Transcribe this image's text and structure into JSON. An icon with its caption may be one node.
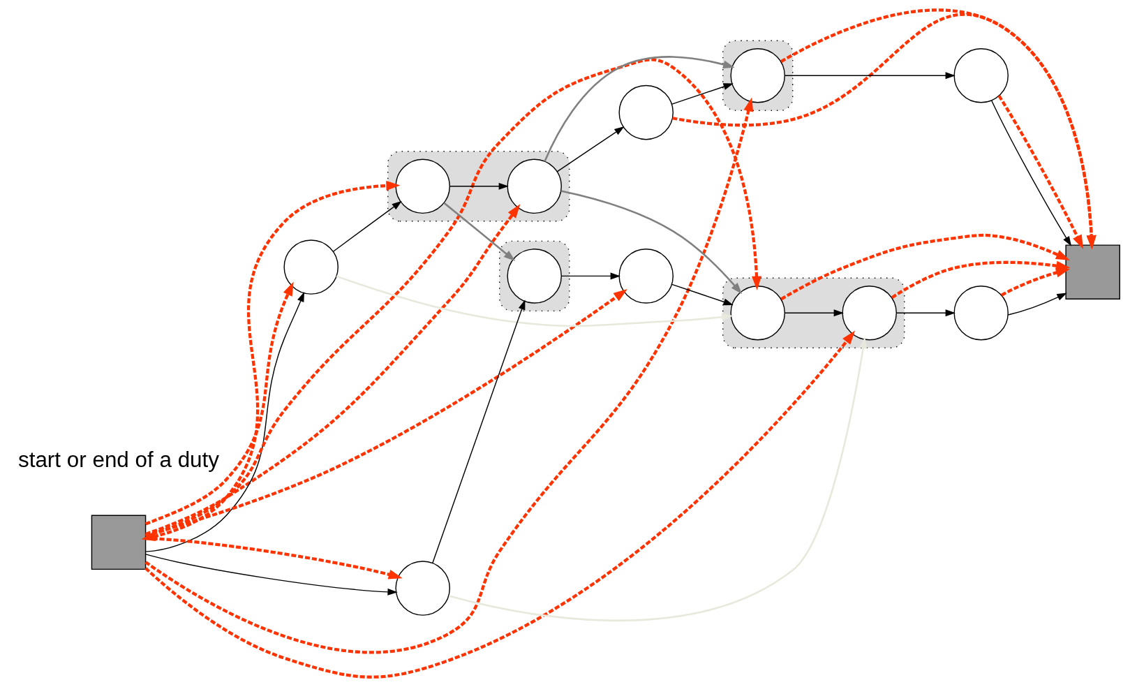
{
  "diagram": {
    "nodes": [
      {
        "text": [],
        "shape": "box"
      },
      {
        "text": [],
        "shape": "box"
      },
      {
        "text": [],
        "shape": "circle",
        "in": 1
      },
      {
        "text": [],
        "shape": "circle",
        "in": 1
      },
      {
        "text": [],
        "shape": "circle"
      },
      {
        "text": [],
        "shape": "box"
      },
      {
        "text": [],
        "shape": "circle",
        "in": 5
      },
      {
        "text": [],
        "shape": "circle"
      },
      {
        "text": [],
        "shape": "circle"
      },
      {
        "text": [],
        "shape": "box"
      },
      {
        "text": [],
        "shape": "circle"
      },
      {
        "text": [],
        "shape": "box"
      },
      {
        "text": [],
        "shape": "circle",
        "in": 11
      },
      {
        "text": [],
        "shape": "circle"
      },
      {
        "text": [],
        "shape": "box"
      },
      {
        "text": [],
        "shape": "circle",
        "in": 14
      },
      {
        "text": [],
        "shape": "circle",
        "in": 14
      },
      {
        "text": [],
        "shape": "circle"
      }
    ],
    "edges": [
      {
        "from": 0,
        "to": 8,
        "arrow": "to"
      },
      {
        "from": 8,
        "to": 2,
        "arrow": "to"
      },
      {
        "from": 2,
        "to": 3,
        "arrow": "to"
      },
      {
        "from": 3,
        "to": 4,
        "arrow": "to"
      },
      {
        "from": 4,
        "to": 6,
        "arrow": "to"
      },
      {
        "from": 6,
        "to": 7,
        "arrow": "to"
      },
      {
        "from": 7,
        "to": 9,
        "arrow": "to"
      },
      {
        "from": 0,
        "to": 10,
        "arrow": "to"
      },
      {
        "from": 10,
        "to": 12,
        "arrow": "to"
      },
      {
        "from": 12,
        "to": 13,
        "arrow": "to"
      },
      {
        "from": 13,
        "to": 15,
        "arrow": "to"
      },
      {
        "from": 15,
        "to": 16,
        "arrow": "to"
      },
      {
        "from": 16,
        "to": 17,
        "arrow": "to"
      },
      {
        "from": 17,
        "to": 9,
        "arrow": "to"
      },
      {
        "from": 3,
        "to": 6,
        "arrow": "to",
        "color": "#808080"
      },
      {
        "from": 2,
        "to": 12,
        "arrow": "to",
        "color": "#808080"
      },
      {
        "from": 3,
        "to": 15,
        "arrow": "to",
        "color": "#808080"
      },
      {
        "from": 8,
        "to": 15,
        "arrow": "to",
        "color": "#e8e8dc"
      },
      {
        "from": 10,
        "to": 16,
        "arrow": "to",
        "color": "#e8e8dc"
      },
      {
        "from": 0,
        "to": 8,
        "arrow": "to",
        "style": "dashed",
        "color": "#ff3300"
      },
      {
        "from": 0,
        "to": 2,
        "arrow": "both",
        "style": "dashed",
        "color": "#ff3300"
      },
      {
        "from": 0,
        "to": 3,
        "arrow": "to",
        "style": "dashed",
        "color": "#ff3300"
      },
      {
        "from": 0,
        "to": 6,
        "arrow": "to",
        "style": "dashed",
        "color": "#ff3300"
      },
      {
        "from": 0,
        "to": 10,
        "arrow": "to",
        "style": "dashed",
        "color": "#ff3300"
      },
      {
        "from": 0,
        "to": 13,
        "arrow": "to",
        "style": "dashed",
        "color": "#ff3300"
      },
      {
        "from": 0,
        "to": 15,
        "arrow": "to",
        "style": "dashed",
        "color": "#ff3300"
      },
      {
        "from": 0,
        "to": 16,
        "arrow": "to",
        "style": "dashed",
        "color": "#ff3300"
      },
      {
        "from": 4,
        "to": 9,
        "arrow": "to",
        "style": "dashed",
        "color": "#ff3300"
      },
      {
        "from": 6,
        "to": 9,
        "arrow": "to",
        "style": "dashed",
        "color": "#ff3300"
      },
      {
        "from": 7,
        "to": 9,
        "arrow": "to",
        "style": "dashed",
        "color": "#ff3300"
      },
      {
        "from": 15,
        "to": 9,
        "arrow": "to",
        "style": "dashed",
        "color": "#ff3300"
      },
      {
        "from": 16,
        "to": 9,
        "arrow": "to",
        "style": "dashed",
        "color": "#ff3300"
      },
      {
        "from": 17,
        "to": 9,
        "arrow": "to",
        "style": "dashed",
        "color": "#ff3300"
      }
    ],
    "legend": [
      {
        "text": "start or end of a duty"
      }
    ]
  }
}
